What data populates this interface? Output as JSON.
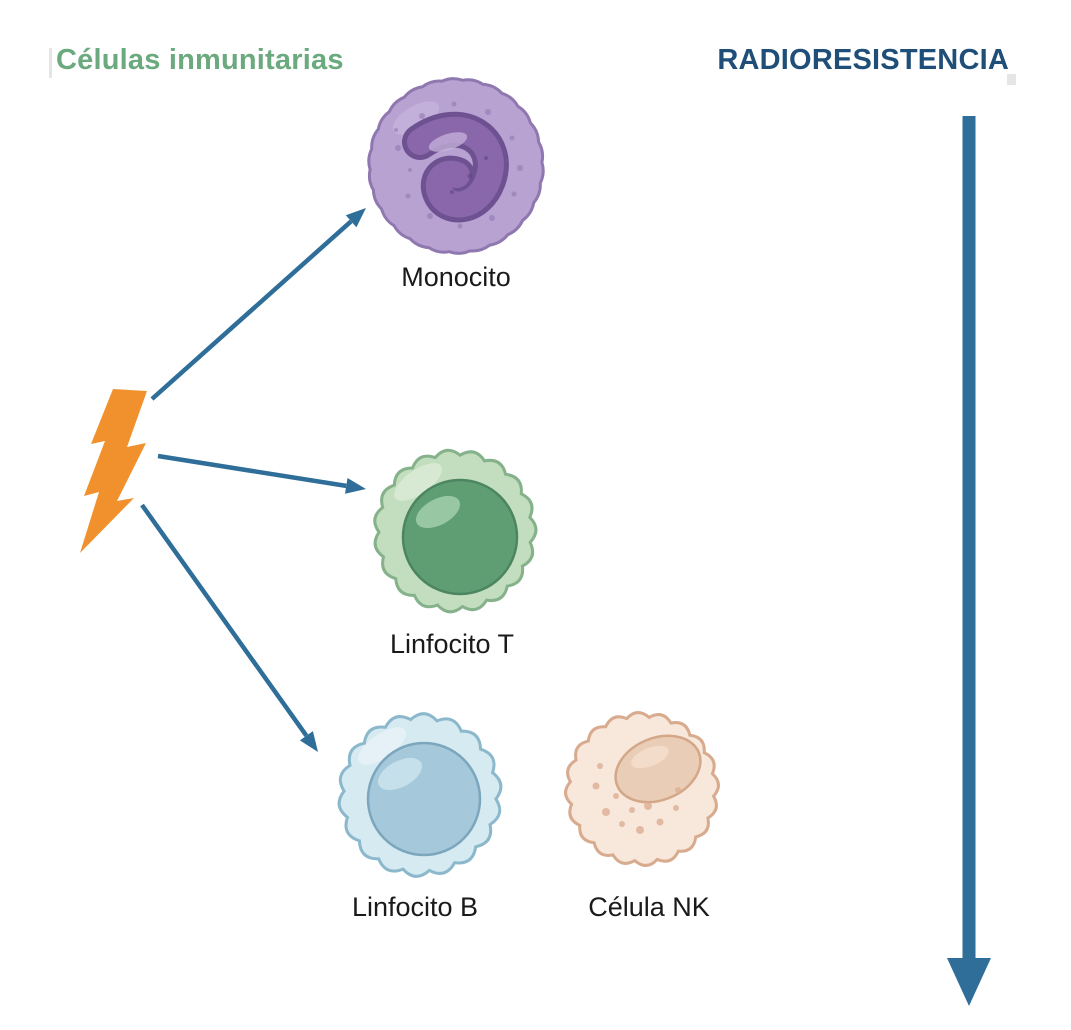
{
  "titles": {
    "left": "Células inmunitarias",
    "right": "RADIORESISTENCIA"
  },
  "cells": [
    {
      "id": "monocito",
      "label": "Monocito"
    },
    {
      "id": "linfocito-t",
      "label": "Linfocito T"
    },
    {
      "id": "linfocito-b",
      "label": "Linfocito B"
    },
    {
      "id": "celula-nk",
      "label": "Célula NK"
    }
  ],
  "icons": {
    "lightning": "lightning-bolt-icon",
    "down_arrow": "radioresistance-down-arrow"
  },
  "colors": {
    "title_left": "#6BA97E",
    "title_right": "#1F4E79",
    "arrow": "#2E6E99",
    "lightning": "#F0912D",
    "label_text": "#1A1A1A",
    "monocito_body": "#B7A2D2",
    "monocito_edge": "#8F77AF",
    "monocito_speckle": "#8D74AD",
    "monocito_speckle_dark": "#5D4380",
    "monocito_nucleus": "#8A67AB",
    "monocito_nucleus_dark": "#6E5191",
    "monocito_highlight": "#CBB9E0",
    "linfocito_t_body": "#C3DEBE",
    "linfocito_t_edge": "#85B28A",
    "linfocito_t_nucleus": "#5F9E72",
    "linfocito_t_nucleus_edge": "#4C8560",
    "linfocito_t_highlight": "#9FCBA9",
    "linfocito_t_body_highlight": "#DCEBD8",
    "linfocito_b_body": "#D6EAF2",
    "linfocito_b_edge": "#8CB8CC",
    "linfocito_b_nucleus": "#A5C8DA",
    "linfocito_b_nucleus_edge": "#7BA6BC",
    "linfocito_b_highlight": "#C9E1EC",
    "linfocito_b_body_highlight": "#E8F3F8",
    "celula_nk_body": "#F7E8DB",
    "celula_nk_edge": "#D8AB8E",
    "celula_nk_nucleus": "#EACDB6",
    "celula_nk_nucleus_edge": "#D3A788",
    "celula_nk_highlight": "#F4DECB",
    "celula_nk_granule": "#DCAE92"
  }
}
